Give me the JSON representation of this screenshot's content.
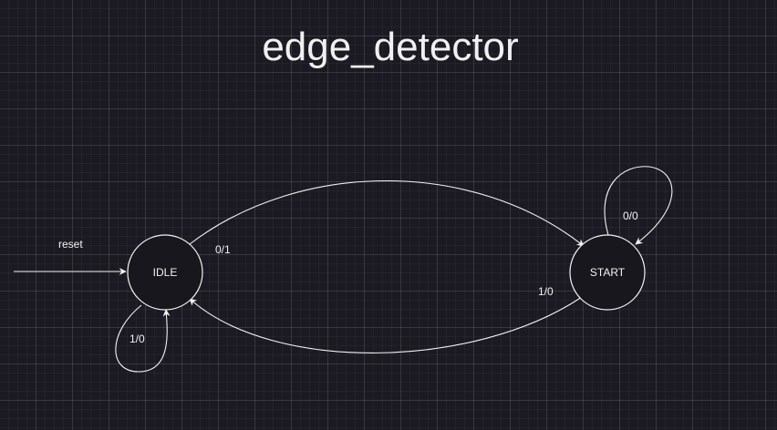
{
  "title": "edge_detector",
  "states": {
    "idle": "IDLE",
    "start": "START"
  },
  "transitions": {
    "reset": "reset",
    "idle_to_start": "0/1",
    "start_self": "0/0",
    "start_to_idle": "1/0",
    "idle_self": "1/0"
  },
  "colors": {
    "background": "#1b1a22",
    "stroke": "#f2f2f2",
    "text": "#f2f2f2"
  }
}
